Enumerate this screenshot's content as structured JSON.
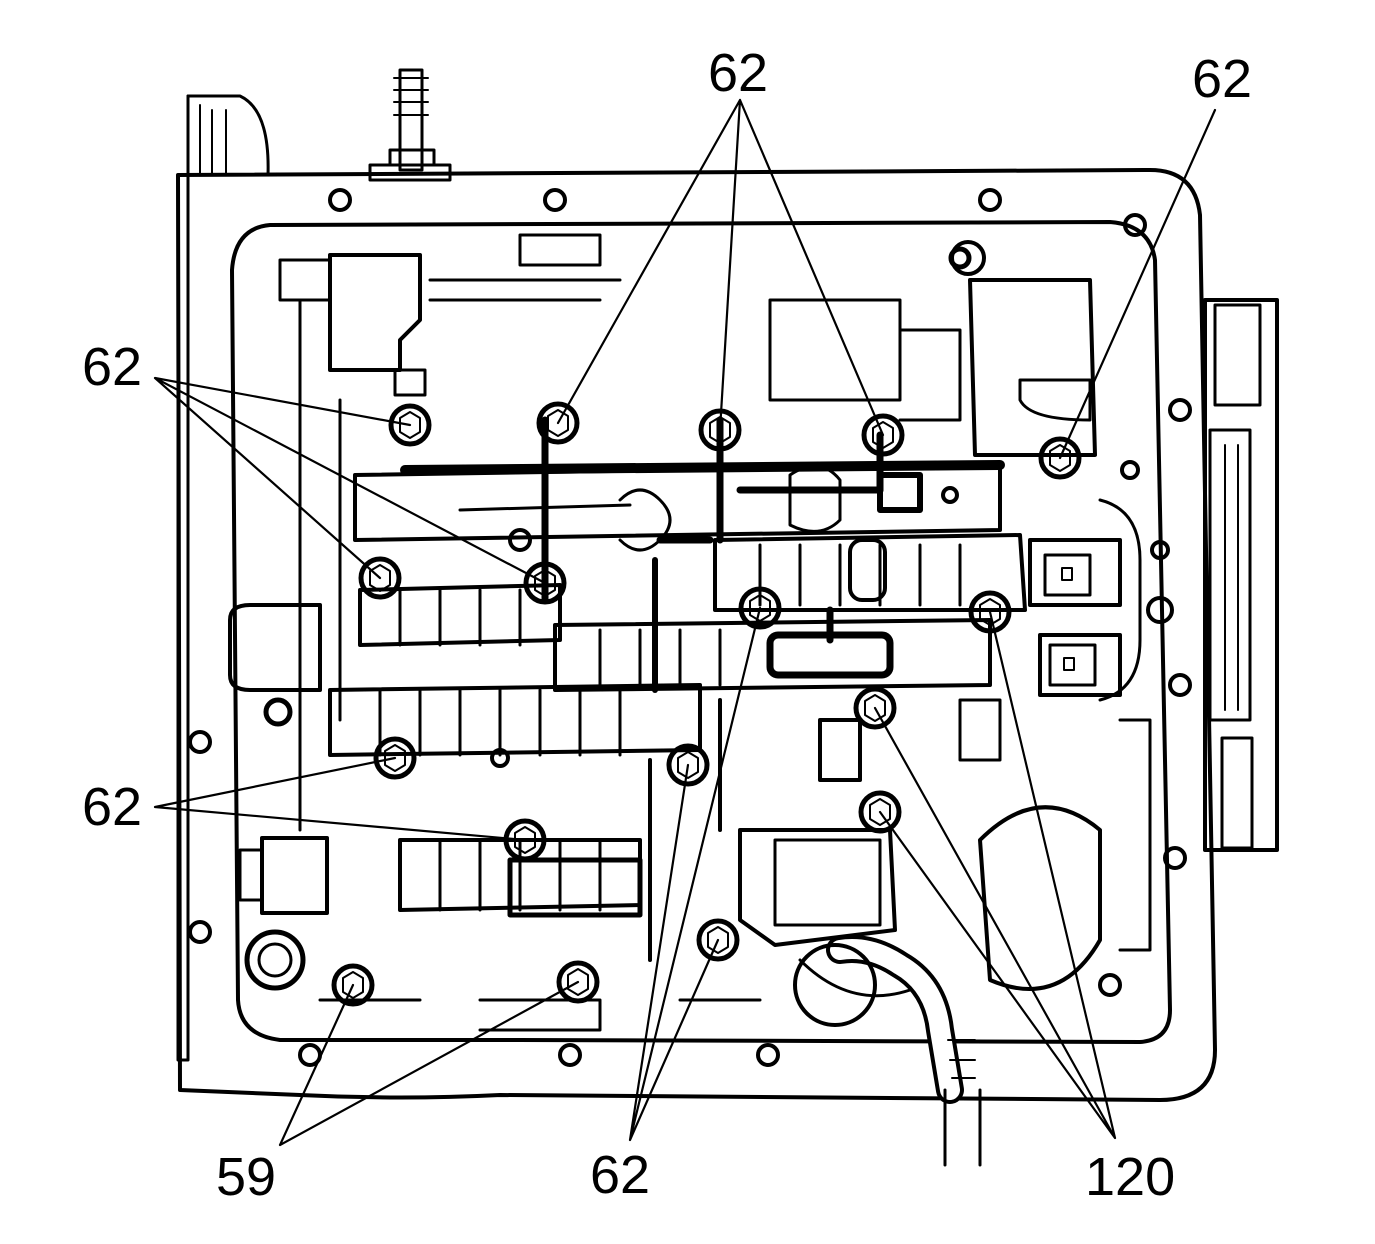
{
  "diagram": {
    "colors": {
      "stroke": "#000000",
      "background": "#ffffff"
    },
    "callouts": [
      {
        "id": "top-center",
        "label": "62"
      },
      {
        "id": "top-right",
        "label": "62"
      },
      {
        "id": "left-upper",
        "label": "62"
      },
      {
        "id": "left-lower",
        "label": "62"
      },
      {
        "id": "bottom-left",
        "label": "59"
      },
      {
        "id": "bottom-center",
        "label": "62"
      },
      {
        "id": "bottom-right",
        "label": "120"
      }
    ]
  }
}
